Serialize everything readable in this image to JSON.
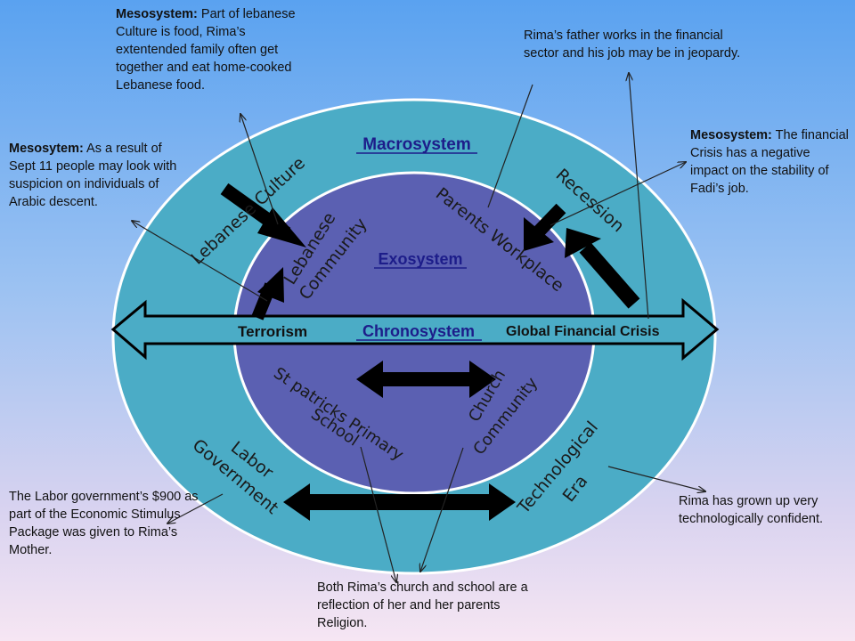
{
  "rings": {
    "macrosystem": "Macrosystem",
    "exosystem": "Exosystem",
    "chronosystem": "Chronosystem"
  },
  "labels": {
    "lebanese_culture": "Lebanese Culture",
    "lebanese_community_1": "Lebanese",
    "lebanese_community_2": "Community",
    "parents_workplace": "Parents Workplace",
    "recession": "Recession",
    "terrorism": "Terrorism",
    "global_financial_crisis": "Global Financial Crisis",
    "st_patricks_1": "St patricks Primary",
    "st_patricks_2": "School",
    "church_1": "Church",
    "church_2": "Community",
    "labor_1": "Labor",
    "labor_2": "Government",
    "tech_1": "Technological",
    "tech_2": "Era"
  },
  "notes": {
    "culture": {
      "heading": "Mesosystem:",
      "text": " Part of lebanese Culture is food, Rima’s extentended family often get together and eat home-cooked Lebanese food."
    },
    "terrorism": {
      "heading": "Mesosytem:",
      "text": " As a result of Sept 11 people may look with suspicion on individuals of Arabic descent."
    },
    "father": {
      "text": "Rima’s father works in the financial sector and his job may be in jeopardy."
    },
    "crisis": {
      "heading": "Mesosystem:",
      "text": " The financial Crisis has a negative impact on the stability of Fadi’s job."
    },
    "labor": {
      "text": "The Labor government’s $900 as part of the Economic Stimulus Package was given to Rima’s Mother."
    },
    "tech": {
      "text": "Rima has grown up very technologically confident."
    },
    "religion": {
      "text": "Both Rima’s church and school are a reflection of her and her parents Religion."
    }
  },
  "colors": {
    "outer_ring": "#4bacc6",
    "inner_circle": "#5b60b2",
    "title": "#1d1d8a",
    "arrow": "#000000"
  }
}
